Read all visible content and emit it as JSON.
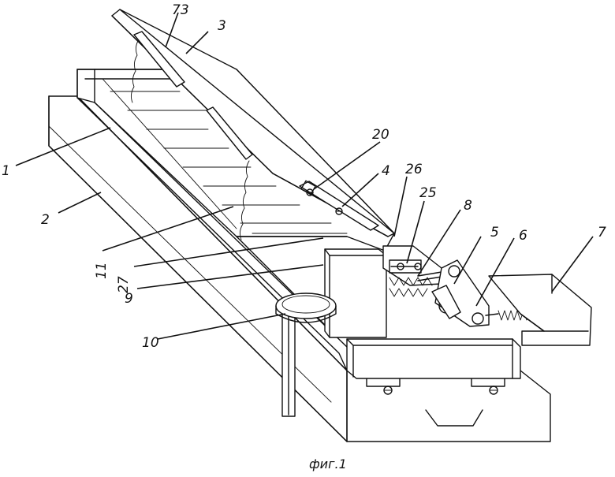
{
  "figure": {
    "caption": "фиг.1",
    "labels": {
      "l1": "1",
      "l2": "2",
      "l3": "3",
      "l4": "4",
      "l5": "5",
      "l6": "6",
      "l7": "7",
      "l8": "8",
      "l9": "9",
      "l10": "10",
      "l11": "11",
      "l20": "20",
      "l25": "25",
      "l26": "26",
      "l27": "27",
      "l73": "73"
    }
  }
}
